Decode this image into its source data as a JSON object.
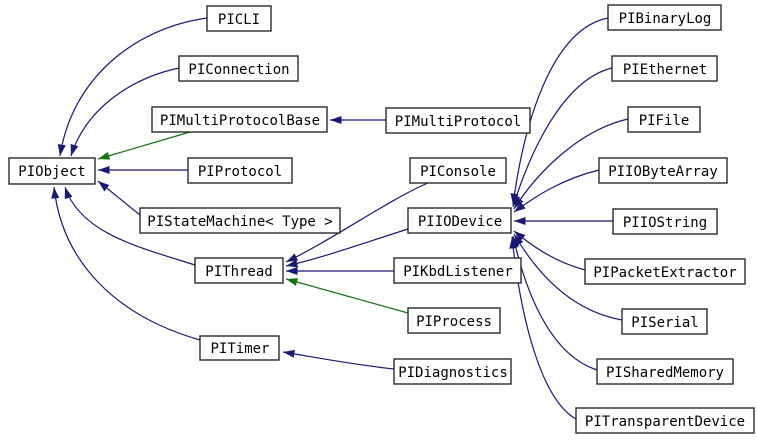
{
  "diagram": {
    "type": "class-inheritance-graph",
    "colors": {
      "background": "#ffffff",
      "node_fill": "#ffffff",
      "node_border": "#2a2a2a",
      "node_text": "#000000",
      "edge_public": "#191970",
      "edge_protected": "#177317"
    },
    "nodes": {
      "PIObject": {
        "label": "PIObject"
      },
      "PICLI": {
        "label": "PICLI"
      },
      "PIConnection": {
        "label": "PIConnection"
      },
      "PIMultiProtocolBase": {
        "label": "PIMultiProtocolBase"
      },
      "PIProtocol": {
        "label": "PIProtocol"
      },
      "PIStateMachine": {
        "label": "PIStateMachine< Type >"
      },
      "PIThread": {
        "label": "PIThread"
      },
      "PITimer": {
        "label": "PITimer"
      },
      "PIMultiProtocol": {
        "label": "PIMultiProtocol"
      },
      "PIConsole": {
        "label": "PIConsole"
      },
      "PIIODevice": {
        "label": "PIIODevice"
      },
      "PIKbdListener": {
        "label": "PIKbdListener"
      },
      "PIProcess": {
        "label": "PIProcess"
      },
      "PIDiagnostics": {
        "label": "PIDiagnostics"
      },
      "PIBinaryLog": {
        "label": "PIBinaryLog"
      },
      "PIEthernet": {
        "label": "PIEthernet"
      },
      "PIFile": {
        "label": "PIFile"
      },
      "PIIOByteArray": {
        "label": "PIIOByteArray"
      },
      "PIIOString": {
        "label": "PIIOString"
      },
      "PIPacketExtractor": {
        "label": "PIPacketExtractor"
      },
      "PISerial": {
        "label": "PISerial"
      },
      "PISharedMemory": {
        "label": "PISharedMemory"
      },
      "PITransparentDevice": {
        "label": "PITransparentDevice"
      }
    },
    "edges": [
      {
        "from": "PICLI",
        "to": "PIObject",
        "inheritance": "public"
      },
      {
        "from": "PIConnection",
        "to": "PIObject",
        "inheritance": "public"
      },
      {
        "from": "PIMultiProtocolBase",
        "to": "PIObject",
        "inheritance": "protected"
      },
      {
        "from": "PIProtocol",
        "to": "PIObject",
        "inheritance": "public"
      },
      {
        "from": "PIStateMachine< Type >",
        "to": "PIObject",
        "inheritance": "public"
      },
      {
        "from": "PIThread",
        "to": "PIObject",
        "inheritance": "public"
      },
      {
        "from": "PITimer",
        "to": "PIObject",
        "inheritance": "public"
      },
      {
        "from": "PIMultiProtocol",
        "to": "PIMultiProtocolBase",
        "inheritance": "public"
      },
      {
        "from": "PIConsole",
        "to": "PIThread",
        "inheritance": "public"
      },
      {
        "from": "PIIODevice",
        "to": "PIThread",
        "inheritance": "public"
      },
      {
        "from": "PIKbdListener",
        "to": "PIThread",
        "inheritance": "public"
      },
      {
        "from": "PIProcess",
        "to": "PIThread",
        "inheritance": "protected"
      },
      {
        "from": "PIDiagnostics",
        "to": "PITimer",
        "inheritance": "public"
      },
      {
        "from": "PIBinaryLog",
        "to": "PIIODevice",
        "inheritance": "public"
      },
      {
        "from": "PIEthernet",
        "to": "PIIODevice",
        "inheritance": "public"
      },
      {
        "from": "PIFile",
        "to": "PIIODevice",
        "inheritance": "public"
      },
      {
        "from": "PIIOByteArray",
        "to": "PIIODevice",
        "inheritance": "public"
      },
      {
        "from": "PIIOString",
        "to": "PIIODevice",
        "inheritance": "public"
      },
      {
        "from": "PIPacketExtractor",
        "to": "PIIODevice",
        "inheritance": "public"
      },
      {
        "from": "PISerial",
        "to": "PIIODevice",
        "inheritance": "public"
      },
      {
        "from": "PISharedMemory",
        "to": "PIIODevice",
        "inheritance": "public"
      },
      {
        "from": "PITransparentDevice",
        "to": "PIIODevice",
        "inheritance": "public"
      }
    ]
  }
}
